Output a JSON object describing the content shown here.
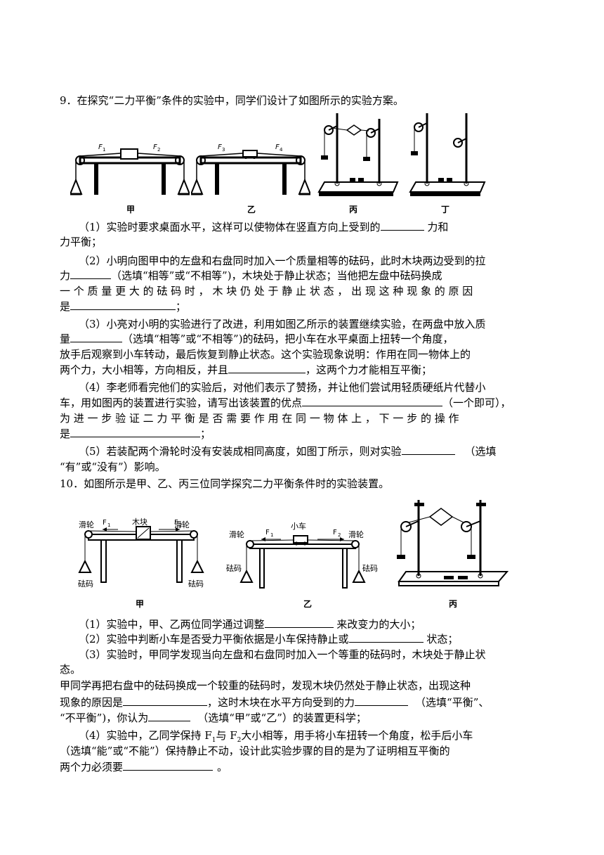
{
  "q9": {
    "title": "9．在探究“二力平衡”条件的实验中，同学们设计了如图所示的实验方案。",
    "fig_labels": {
      "jia": "甲",
      "yi": "乙",
      "bing": "丙",
      "ding": "丁",
      "f1": "F",
      "f2": "F",
      "f3": "F",
      "f4": "F",
      "s1": "1",
      "s2": "2",
      "s3": "3",
      "s4": "4"
    },
    "p1a": "（1）实验时要求桌面水平，这样可以使物体在竖直方向上受到的",
    "p1b": " 力和",
    "p1c": "力平衡；",
    "p2a": "（2）小明向图甲中的左盘和右盘同时加入一个质量相等的砝码，此时木块两边受到的拉",
    "p2b": "力",
    "p2c": "（选填“相等”或“不相等”)，木块处于静止状态；当他把左盘中砝码换成",
    "p2d": "一 个 质 量 更 大 的 砝 码 时 ， 木 块 仍 处 于 静 止 状 态 ， 出 现 这 种 现 象 的 原 因",
    "p2e": "是",
    "p2f": "；",
    "p3a": "（3）小亮对小明的实验进行了改进，利用如图乙所示的装置继续实验，在两盘中放入质",
    "p3b": "量",
    "p3c": "（选填“相等”或“不相等”)的砝码，把小车在水平桌面上扭转一个角度，",
    "p3d": "放手后观察到小车转动，最后恢复到静止状态。这个实验现象说明：作用在同一物体上的",
    "p3e": "两个力，大小相等，方向相反，并且",
    "p3f": "，这两个力才能相互平衡；",
    "p4a": "（4）李老师看完他们的实验后，对他们表示了赞扬，并让他们尝试用轻质硬纸片代替小",
    "p4b": "车，用如图丙的装置进行实验，请写出该装置的优点",
    "p4c": "（一个即可），",
    "p4d": "为 进 一 步 验 证 二 力 平 衡 是 否 需 要 作 用 在 同 一 物 体 上 ， 下 一 步 的 操 作",
    "p4e": "是",
    "p4f": "；",
    "p5a": "（5）若装配两个滑轮时没有安装成相同高度，如图丁所示，则对实验",
    "p5b": "（选填",
    "p5c": "“有”或“没有”）影响。"
  },
  "q10": {
    "title": "10．如图所示是甲、乙、丙三位同学探究二力平衡条件时的实验装置。",
    "fig_labels": {
      "pulley": "滑轮",
      "weight": "砝码",
      "block": "木块",
      "car": "小车",
      "f": "F",
      "s1": "1",
      "s2": "2",
      "jia": "甲",
      "yi": "乙",
      "bing": "丙"
    },
    "p1a": "（1）实验中，甲、乙两位同学通过调整",
    "p1b": " 来改变力的大小；",
    "p2a": "（2）实验中判断小车是否受力平衡依据是小车保持静止或",
    "p2b": " 状态；",
    "p3a": "（3）实验时，甲同学发现当向左盘和右盘同时加入一个等重的砝码时，木块处于静止状",
    "p3b": "态。",
    "p3c": "甲同学再把右盘中的砝码换成一个较重的砝码时，发现木块仍然处于静止状态，出现这种",
    "p3d": "现象的原因是",
    "p3e": "，这时木块在水平方向受到的力",
    "p3f": "（选填“平衡”、",
    "p3g": "“不平衡”)，你认为",
    "p3h": "（选填“甲”或“乙”）的装置更科学；",
    "p4a": "（4）实验中，乙同学保持 F",
    "p4s1": "1",
    "p4b": "与 F",
    "p4s2": "2",
    "p4c": "大小相等，用手将小车扭转一个角度，松手后小车",
    "p4d": "（选填“能”或“不能”）保持静止不动，设计此实验步骤的目的是为了证明相互平衡的",
    "p4e": "两个力必须要",
    "p4f": "。"
  }
}
